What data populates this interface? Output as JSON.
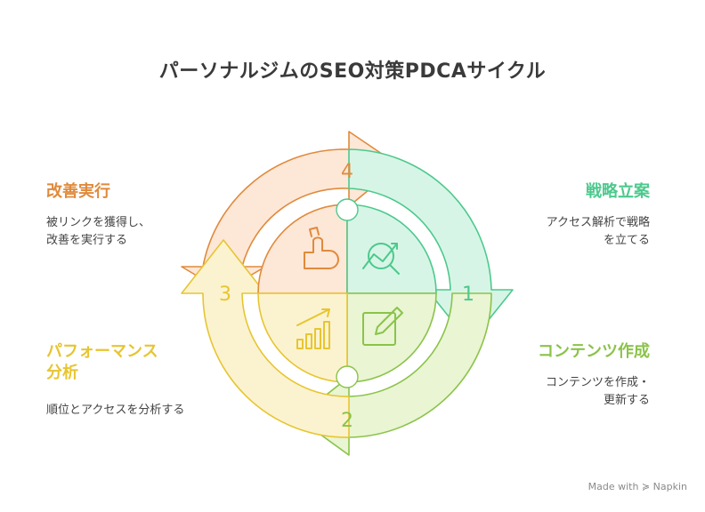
{
  "title": "パーソナルジムのSEO対策PDCAサイクル",
  "steps": [
    {
      "number": "1",
      "heading": "戦略立案",
      "desc": [
        "アクセス解析で戦略",
        "を立てる"
      ],
      "color": "#4cc98d",
      "icon": "chart-search-icon"
    },
    {
      "number": "2",
      "heading": "コンテンツ作成",
      "desc": [
        "コンテンツを作成・",
        "更新する"
      ],
      "color": "#8bc34a",
      "icon": "edit-icon"
    },
    {
      "number": "3",
      "heading": "パフォーマンス\n分析",
      "heading_lines": [
        "パフォーマンス",
        "分析"
      ],
      "desc": [
        "順位とアクセスを分析する"
      ],
      "color": "#e7c531",
      "icon": "bar-chart-icon"
    },
    {
      "number": "4",
      "heading": "改善実行",
      "desc": [
        "被リンクを獲得し、",
        "改善を実行する"
      ],
      "color": "#e08a3c",
      "icon": "hand-wrench-icon"
    }
  ],
  "footer": "Made with ≽ Napkin"
}
